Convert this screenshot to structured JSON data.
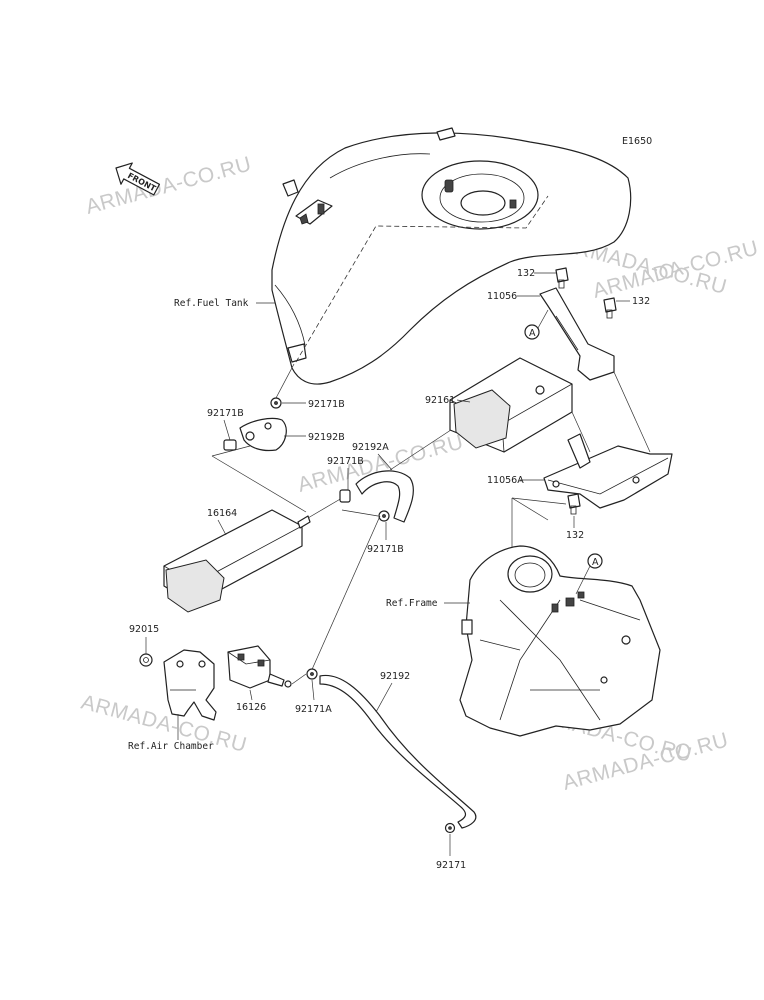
{
  "diagram": {
    "code": "E1650",
    "front_label": "FRONT",
    "watermark": "ARMADA-CO.RU",
    "refs": {
      "fuel_tank": "Ref.Fuel Tank",
      "frame": "Ref.Frame",
      "air_chamber": "Ref.Air Chamber"
    },
    "callouts": {
      "a": "A"
    },
    "parts": {
      "p132_top": "132",
      "p132_right": "132",
      "p132_bottom": "132",
      "p11056": "11056",
      "p11056A": "11056A",
      "p92161": "92161",
      "p92171B_a": "92171B",
      "p92171B_b": "92171B",
      "p92171B_c": "92171B",
      "p92171B_d": "92171B",
      "p92192B": "92192B",
      "p92192A": "92192A",
      "p16164": "16164",
      "p92015": "92015",
      "p16126": "16126",
      "p92171A": "92171A",
      "p92192": "92192",
      "p92171": "92171"
    }
  }
}
